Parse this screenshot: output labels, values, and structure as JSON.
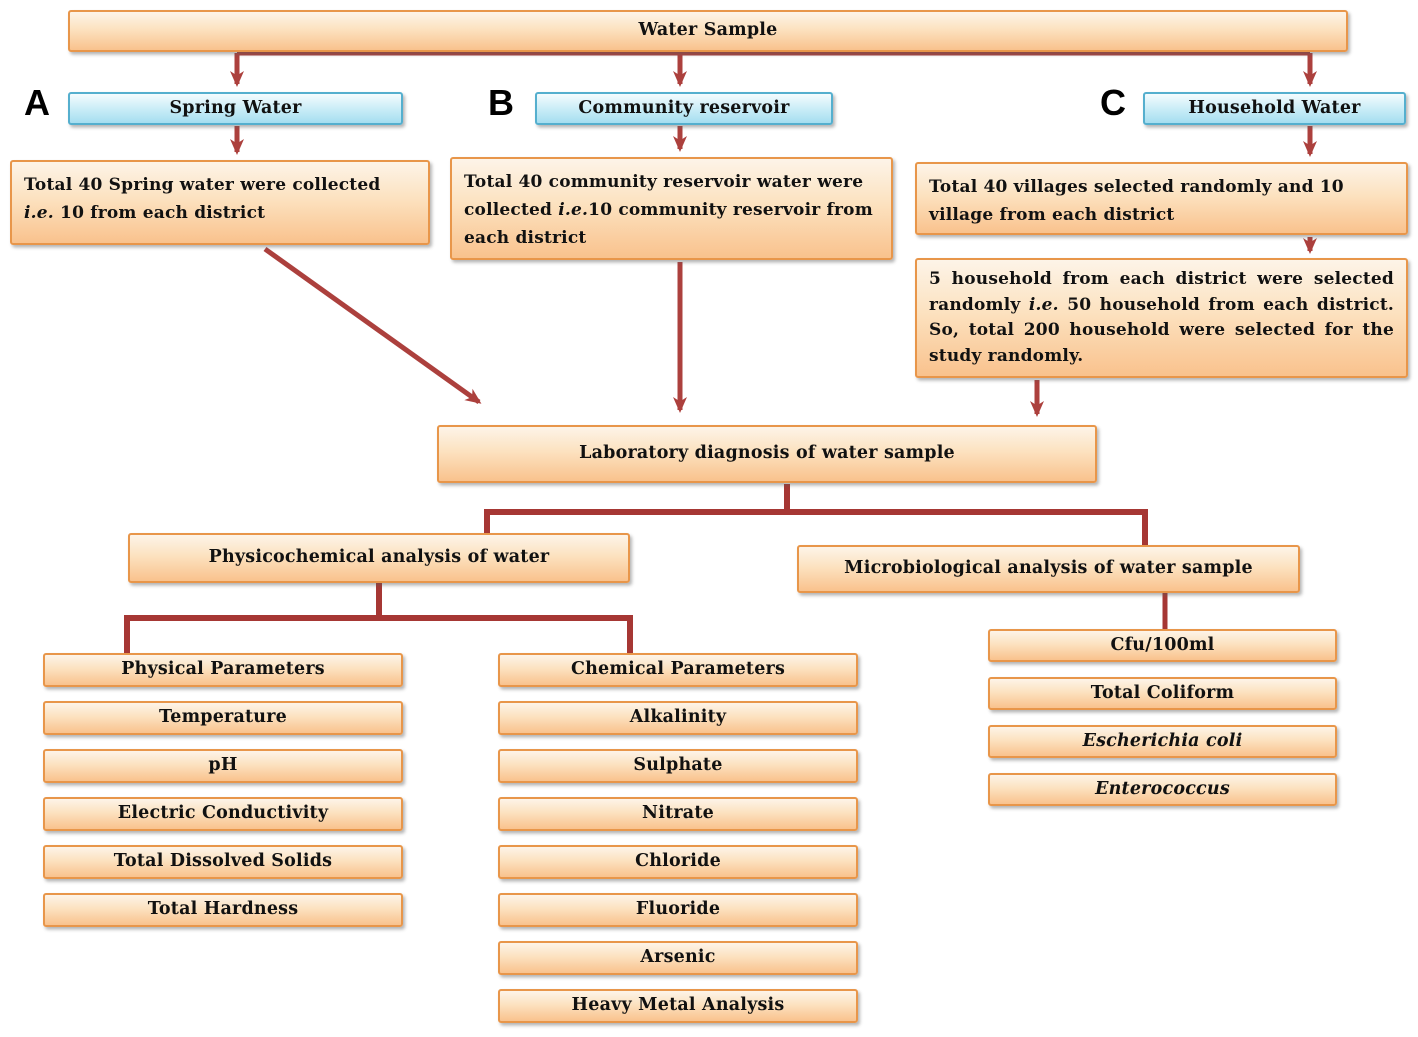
{
  "diagram_title": "Water Sample",
  "branch_a": {
    "tag": "A",
    "header": "Spring Water",
    "desc_line1": "Total 40 Spring water were collected",
    "desc_ie": "i.e.",
    "desc_line2": " 10 from each district"
  },
  "branch_b": {
    "tag": "B",
    "header": "Community reservoir",
    "desc_before": "Total 40 community reservoir water were collected ",
    "desc_ie": "i.e.",
    "desc_after": "10 community reservoir from each district"
  },
  "branch_c": {
    "tag": "C",
    "header": "Household Water",
    "desc1": "Total 40 villages selected randomly and 10 village from each district",
    "desc2_before": "5 household from each district were selected randomly ",
    "desc2_ie": "i.e.",
    "desc2_after": " 50 household from each district. So, total 200 household were selected for the study randomly."
  },
  "lab_box": "Laboratory diagnosis of water sample",
  "physicochemical": {
    "header": "Physicochemical analysis of water",
    "physical_header": "Physical Parameters",
    "physical_items": [
      "Temperature",
      "pH",
      "Electric Conductivity",
      "Total Dissolved Solids",
      "Total Hardness"
    ],
    "chemical_header": "Chemical Parameters",
    "chemical_items": [
      "Alkalinity",
      "Sulphate",
      "Nitrate",
      "Chloride",
      "Fluoride",
      "Arsenic",
      "Heavy Metal Analysis"
    ]
  },
  "microbiological": {
    "header": "Microbiological analysis of water sample",
    "items": [
      "Cfu/100ml",
      "Total Coliform",
      "Escherichia coli",
      "Enterococcus"
    ]
  },
  "colors": {
    "orange_fill_top": "#FDF4E8",
    "orange_fill_bottom": "#F9C28D",
    "orange_border": "#E8964A",
    "blue_fill_top": "#F4FCFE",
    "blue_fill_bottom": "#A5DEF0",
    "blue_border": "#55AFCE",
    "arrow_red": "#AC403D",
    "elbow_red": "#A63734"
  }
}
